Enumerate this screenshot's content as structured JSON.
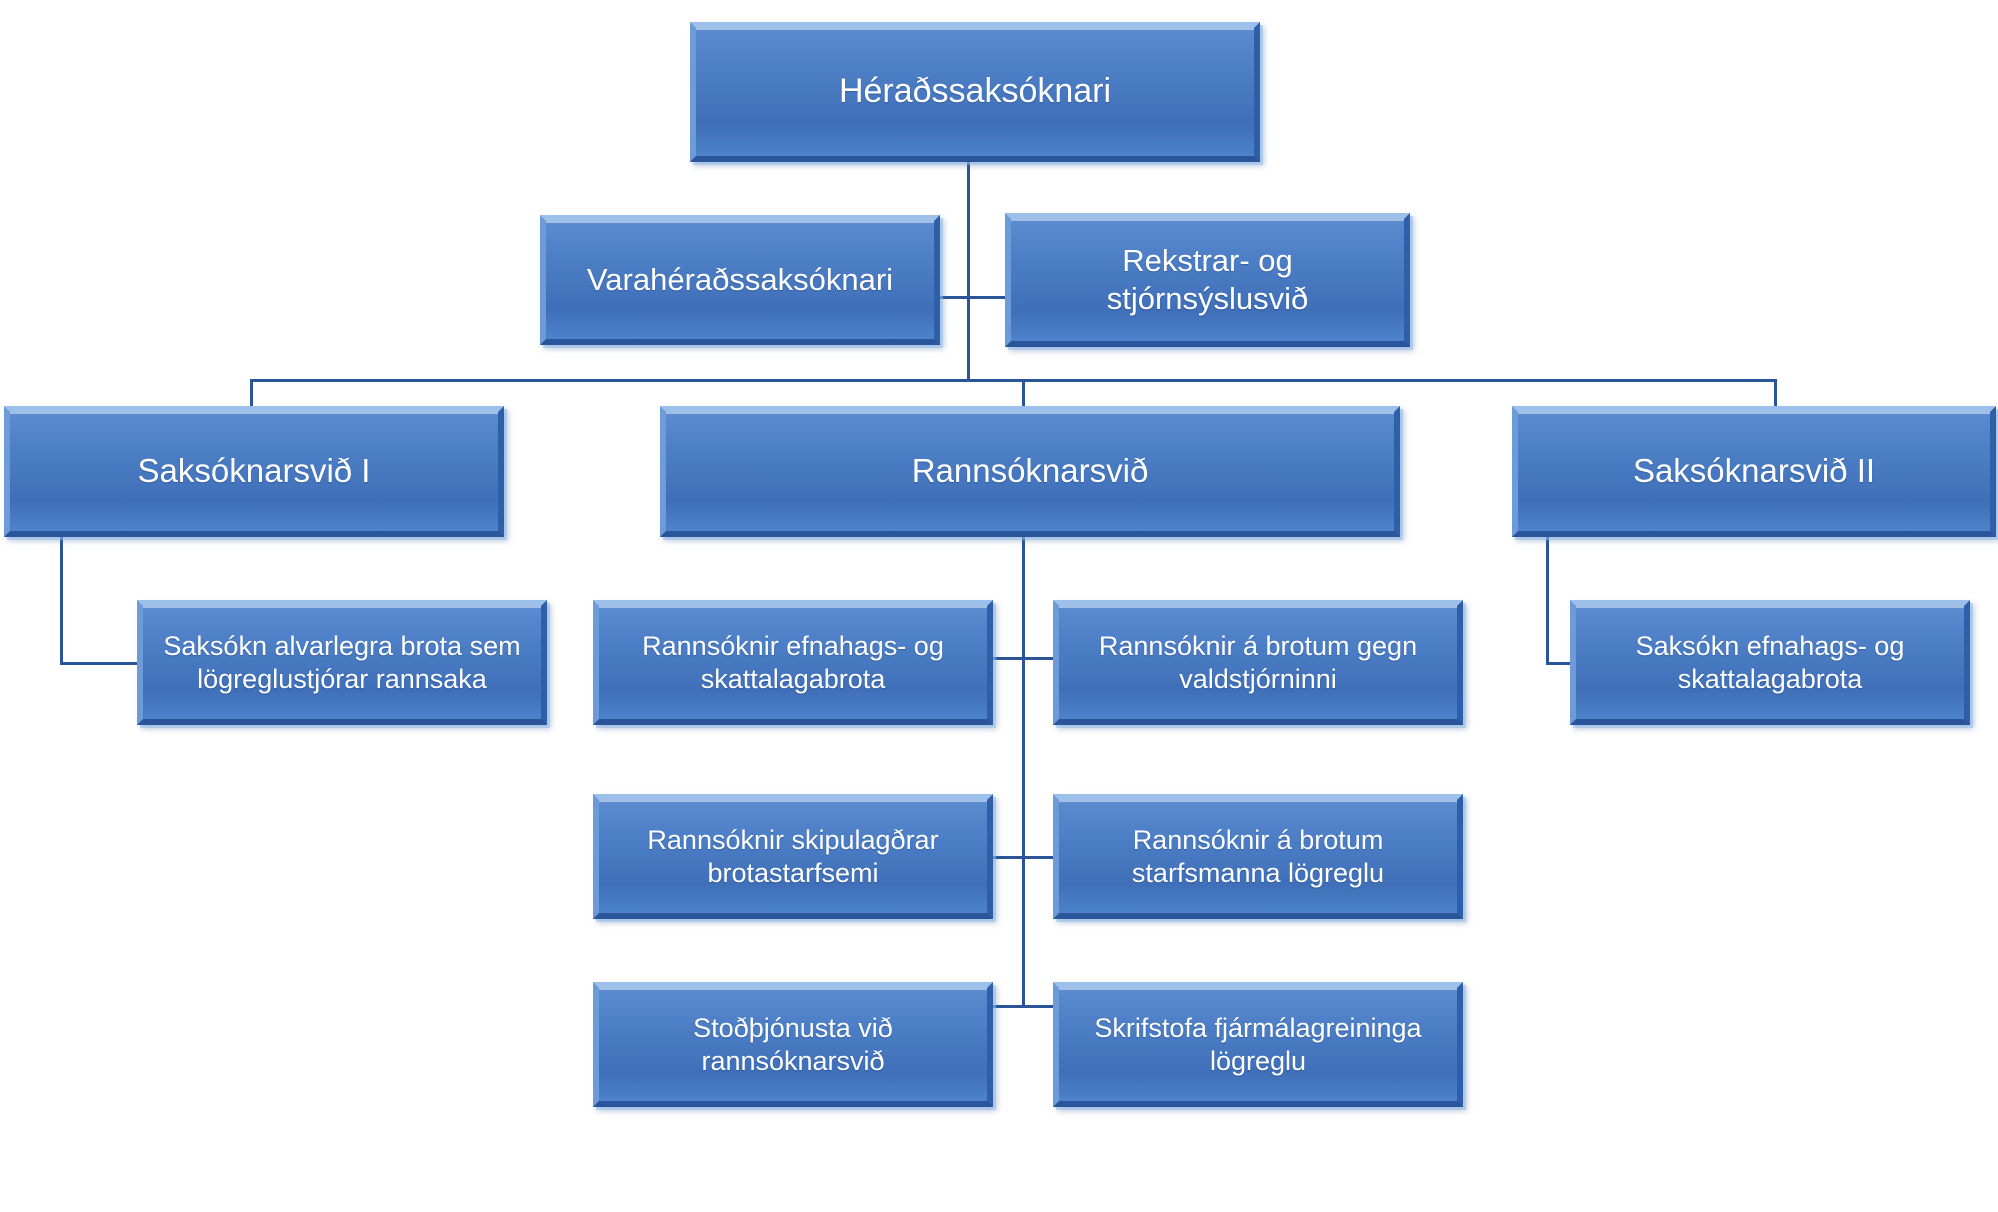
{
  "chart": {
    "type": "org-chart",
    "title": "Héraðssaksóknari skipurit",
    "accent_color": "#4a7cc4",
    "line_color": "#2a5699",
    "text_color": "#ffffff",
    "background_color": "#ffffff"
  },
  "nodes": {
    "root": {
      "label": "Héraðssaksóknari"
    },
    "deputy": {
      "label": "Varahéraðssaksóknari"
    },
    "admin": {
      "label": "Rekstrar- og\nstjórnsýslusvið"
    },
    "prosecution_1": {
      "label": "Saksóknarsvið I"
    },
    "investigation": {
      "label": "Rannsóknarsvið"
    },
    "prosecution_2": {
      "label": "Saksóknarsvið II"
    },
    "p1_child_1": {
      "label": "Saksókn alvarlegra brota sem\nlögreglustjórar rannsaka"
    },
    "inv_child_left_1": {
      "label": "Rannsóknir efnahags-  og\nskattalagabrota"
    },
    "inv_child_right_1": {
      "label": "Rannsóknir á brotum gegn\nvaldstjórninni"
    },
    "inv_child_left_2": {
      "label": "Rannsóknir skipulagðrar\nbrotastarfsemi"
    },
    "inv_child_right_2": {
      "label": "Rannsóknir á brotum\nstarfsmanna lögreglu"
    },
    "inv_child_left_3": {
      "label": "Stoðþjónusta við\nrannsóknarsvið"
    },
    "inv_child_right_3": {
      "label": "Skrifstofa fjármálagreininga\nlögreglu"
    },
    "p2_child_1": {
      "label": "Saksókn efnahags- og\nskattalagabrota"
    }
  }
}
